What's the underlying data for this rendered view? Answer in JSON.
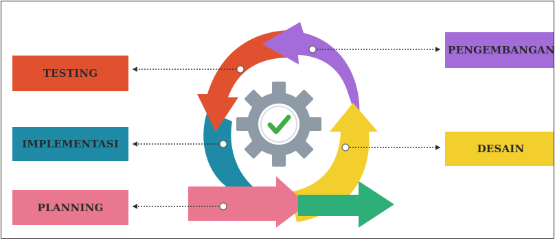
{
  "stages": {
    "testing": "TESTING",
    "implementasi": "IMPLEMENTASI",
    "planning": "PLANNING",
    "pengembangan": "PENGEMBANGAN",
    "desain": "DESAIN"
  },
  "colors": {
    "testing": "#e2512f",
    "implementasi": "#1f8aa6",
    "planning": "#e9778f",
    "pengembangan": "#a36cd8",
    "desain": "#f2cf2d",
    "next": "#2eae78",
    "gear": "#8e9aa6",
    "check": "#3fae45"
  },
  "icons": {
    "center": "gear-check-icon"
  }
}
